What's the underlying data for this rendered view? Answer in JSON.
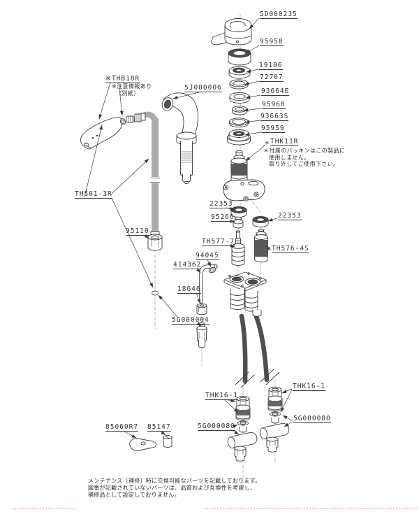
{
  "parts": {
    "handle": "5D000235",
    "ring_95958": "95958",
    "ring_19106": "19106",
    "ring_72707": "72707",
    "ring_93664e": "93664E",
    "ring_95960": "95960",
    "ring_93663s": "93663S",
    "ring_95959": "95959",
    "cartridge_thk11r": "THK11R",
    "cap_22353": "22353",
    "part_95266": "95266",
    "spindle_th577_7": "TH577-7",
    "cartridge_th576_4s": "TH576-4S",
    "ring_94045": "94045",
    "nut_95110": "95110",
    "pipe_414362": "414362",
    "nut_18646": "18646",
    "connector_5g000004": "5G000004",
    "spout_5j000006": "5J000006",
    "shower_th501_3r": "TH501-3R",
    "valve_thb18r": "※THB18R",
    "check_valve_thk16_1": "THK16-1",
    "packing_5g000080": "5G000080",
    "lever_85060r7": "85060R7",
    "cap_85147": "85147"
  },
  "notes": {
    "thk11r_marker": "＊",
    "thk11r_note_line1": "＊付属のパッキンはこの製品に",
    "thk11r_note_line2": "使用しません。",
    "thk11r_note_line3": "取り外してご使用下さい。",
    "thb18r_note_line1": "※注意情報あり",
    "thb18r_note_line2": "（別紙）"
  },
  "footer": {
    "line1": "メンテナンス〔補修〕時に交換可能なパーツを記載しております。",
    "line2": "図番が記載されていないパーツは、品質および互換性を考慮し、",
    "line3": "補修品として設定しておりません。"
  },
  "colors": {
    "line": "#3a3a3a",
    "dark_fill": "#4d4d4d",
    "hose": "#4a4a4a",
    "cutmark_pink": "#eec3d6"
  }
}
